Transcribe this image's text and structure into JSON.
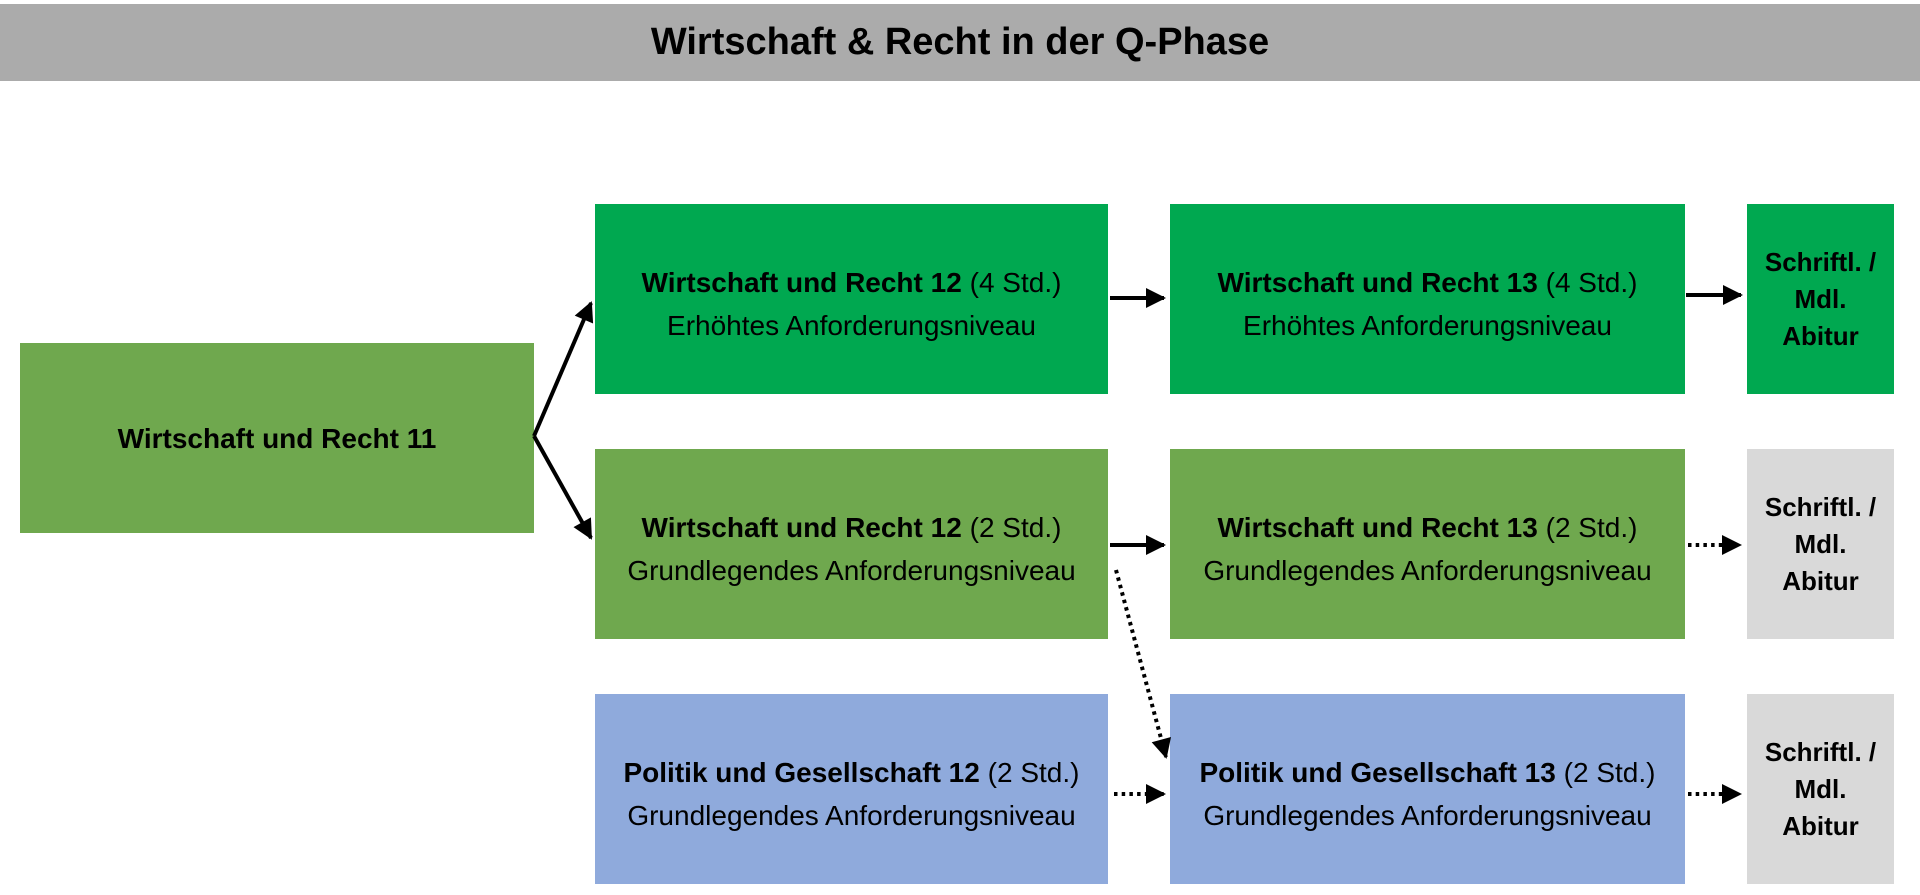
{
  "title": "Wirtschaft & Recht in der Q-Phase",
  "colors": {
    "title_bar": "#ABABAB",
    "bright_green": "#00A850",
    "medium_green": "#6FA84E",
    "blue": "#8FAADC",
    "gray": "#D9D9D9",
    "arrow": "#000000"
  },
  "start_box": {
    "label": "Wirtschaft und Recht 11"
  },
  "rows": [
    {
      "grade12": {
        "name": "Wirtschaft und Recht 12",
        "hours": "(4 Std.)",
        "level": "Erhöhtes Anforderungsniveau"
      },
      "grade13": {
        "name": "Wirtschaft und Recht 13",
        "hours": "(4 Std.)",
        "level": "Erhöhtes Anforderungsniveau"
      },
      "abitur": "Schriftl. /\nMdl.\nAbitur"
    },
    {
      "grade12": {
        "name": "Wirtschaft und Recht 12",
        "hours": "(2 Std.)",
        "level": "Grundlegendes Anforderungsniveau"
      },
      "grade13": {
        "name": "Wirtschaft und Recht 13",
        "hours": "(2 Std.)",
        "level": "Grundlegendes Anforderungsniveau"
      },
      "abitur": "Schriftl. /\nMdl.\nAbitur"
    },
    {
      "grade12": {
        "name": "Politik und Gesellschaft 12",
        "hours": "(2 Std.)",
        "level": "Grundlegendes Anforderungsniveau"
      },
      "grade13": {
        "name": "Politik und Gesellschaft 13",
        "hours": "(2 Std.)",
        "level": "Grundlegendes Anforderungsniveau"
      },
      "abitur": "Schriftl. /\nMdl.\nAbitur"
    }
  ]
}
